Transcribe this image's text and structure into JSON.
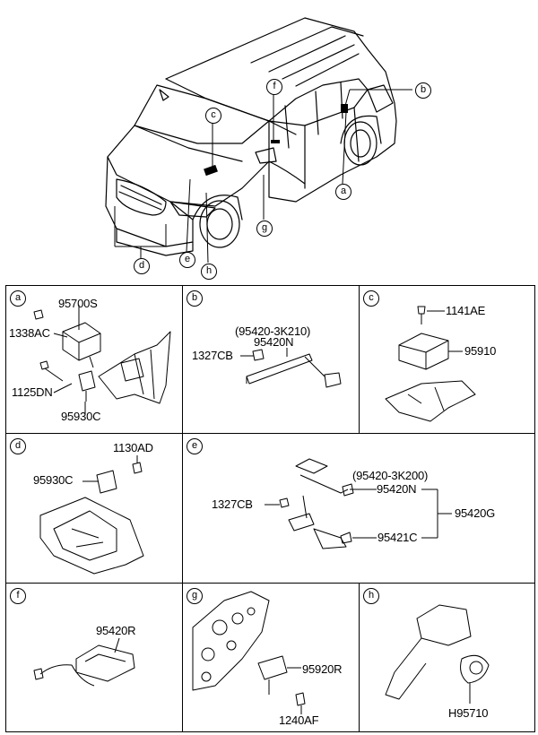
{
  "overview": {
    "callouts": [
      "a",
      "b",
      "c",
      "d",
      "e",
      "f",
      "g",
      "h"
    ]
  },
  "panels": {
    "a": {
      "tag": "a",
      "parts": [
        "95700S",
        "1338AC",
        "1125DN",
        "95930C"
      ]
    },
    "b": {
      "tag": "b",
      "parts": [
        "(95420-3K210)",
        "95420N",
        "1327CB"
      ]
    },
    "c": {
      "tag": "c",
      "parts": [
        "1141AE",
        "95910"
      ]
    },
    "d": {
      "tag": "d",
      "parts": [
        "1130AD",
        "95930C"
      ]
    },
    "e": {
      "tag": "e",
      "parts": [
        "(95420-3K200)",
        "95420N",
        "1327CB",
        "95420G",
        "95421C"
      ]
    },
    "f": {
      "tag": "f",
      "parts": [
        "95420R"
      ]
    },
    "g": {
      "tag": "g",
      "parts": [
        "95920R",
        "1240AF"
      ]
    },
    "h": {
      "tag": "h",
      "parts": [
        "H95710"
      ]
    }
  }
}
